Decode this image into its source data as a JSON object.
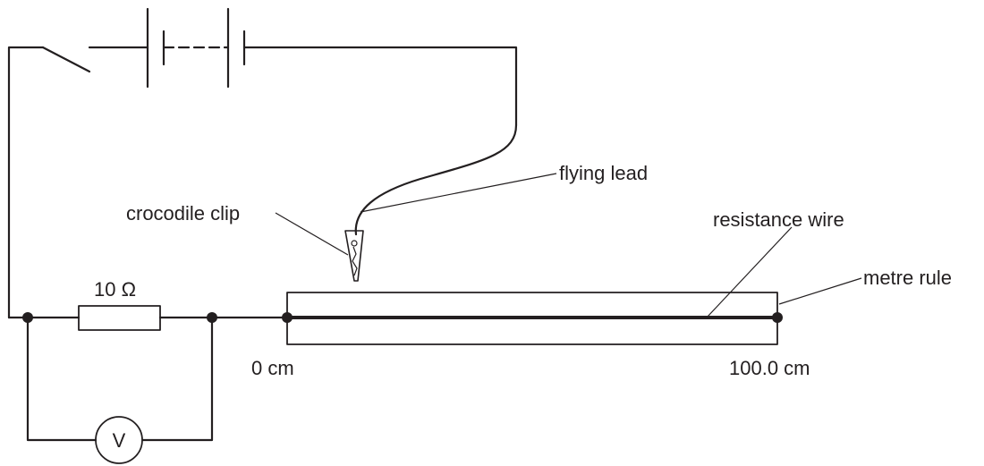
{
  "labels": {
    "flying_lead": "flying lead",
    "crocodile_clip": "crocodile clip",
    "resistance_wire": "resistance wire",
    "metre_rule": "metre rule",
    "resistor": "10 Ω",
    "scale_start": "0 cm",
    "scale_end": "100.0 cm",
    "voltmeter": "V"
  },
  "colors": {
    "ink": "#231f20",
    "background": "#ffffff"
  }
}
